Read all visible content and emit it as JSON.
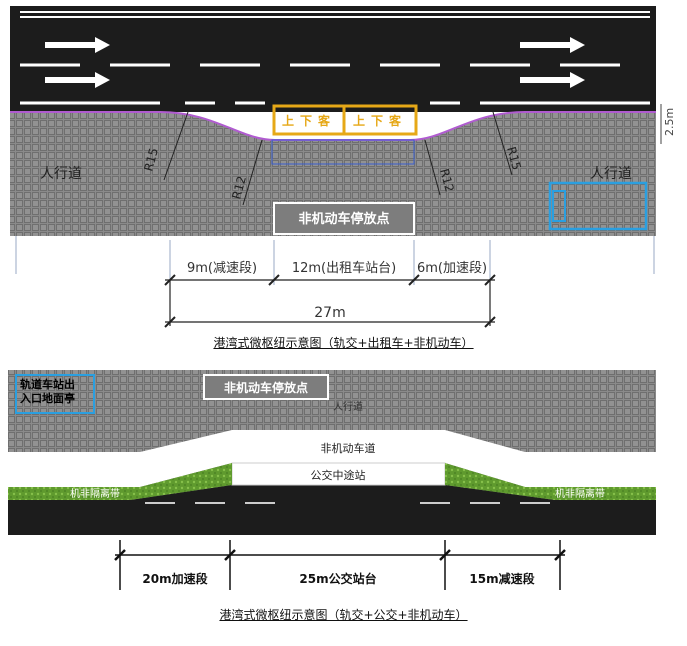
{
  "figure1": {
    "left_sidewalk": "人行道",
    "right_sidewalk": "人行道",
    "radius_left_outer": "R15",
    "radius_left_inner": "R12",
    "radius_right_inner": "R12",
    "radius_right_outer": "R15",
    "taxi_marking_1": "上下客",
    "taxi_marking_2": "上下客",
    "bike_parking": "非机动车停放点",
    "width_label": "2.5m",
    "dim_segment_1": "9m(减速段)",
    "dim_segment_2": "12m(出租车站台)",
    "dim_segment_3": "6m(加速段)",
    "dim_total": "27m",
    "caption": "港湾式微枢纽示意图（轨交+出租车+非机动车）"
  },
  "figure2": {
    "metro_entrance": "轨道车站出入口地面亭",
    "bike_parking": "非机动车停放点",
    "sidewalk": "人行道",
    "bike_lane": "非机动车道",
    "bus_platform": "公交中途站",
    "left_separator": "机非隔离带",
    "right_separator": "机非隔离带",
    "dim_segment_1": "20m加速段",
    "dim_segment_2": "25m公交站台",
    "dim_segment_3": "15m减速段",
    "caption": "港湾式微枢纽示意图（轨交+公交+非机动车）"
  },
  "colors": {
    "road": "#1c1c1c",
    "paving": "#7d7d7d",
    "taxi_yellow": "#e6a817",
    "blue_outline": "#2a9fe0",
    "purple_edge": "#9b59b6",
    "green_belt": "#6fa83a"
  }
}
